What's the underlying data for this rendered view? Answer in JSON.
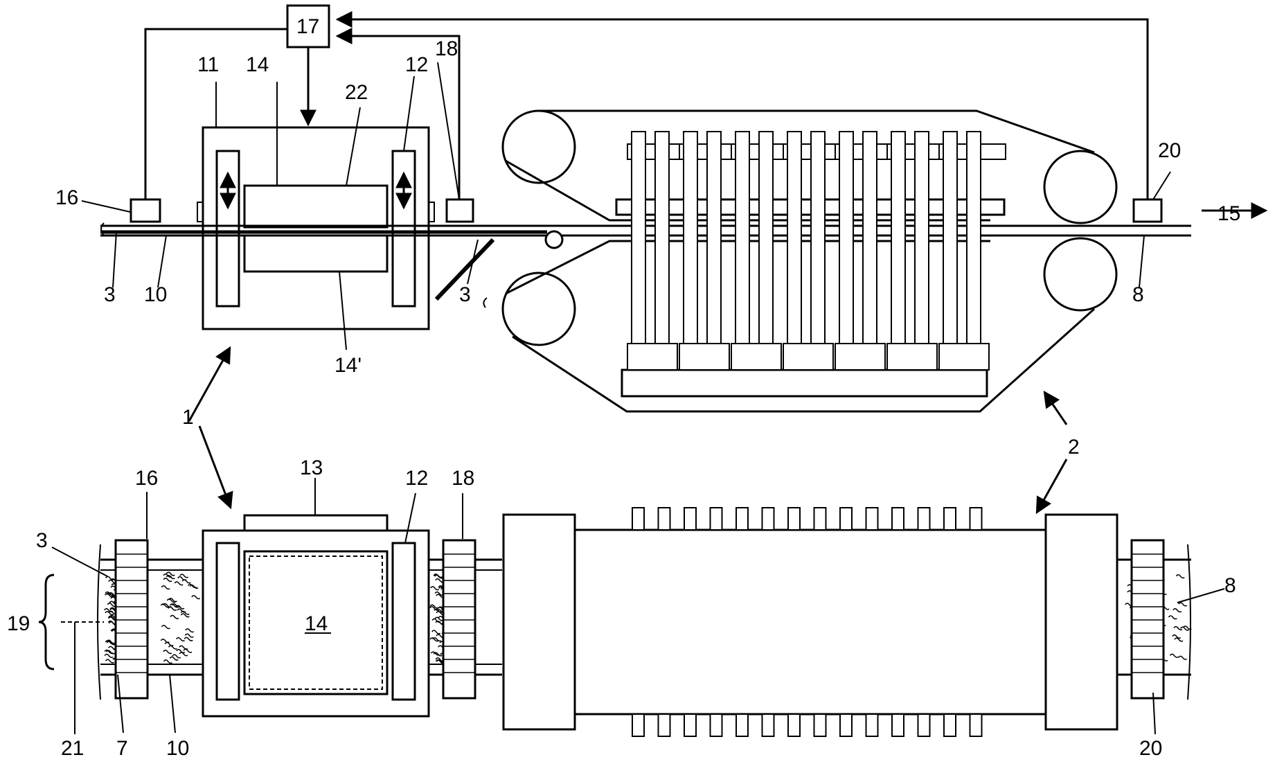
{
  "labels": {
    "l1a": "1",
    "l1b": "1",
    "l2a": "2",
    "l2b": "2",
    "l3a": "3",
    "l3b": "3",
    "l3c": "3",
    "l7": "7",
    "l8a": "8",
    "l8b": "8",
    "l10a": "10",
    "l10b": "10",
    "l11": "11",
    "l12a": "12",
    "l12b": "12",
    "l13": "13",
    "l14a": "14",
    "l14b": "14",
    "l14p": "14'",
    "l15": "15",
    "l16a": "16",
    "l16b": "16",
    "l17": "17",
    "l18a": "18",
    "l18b": "18",
    "l19": "19",
    "l20a": "20",
    "l20b": "20",
    "l21": "21",
    "l22": "22"
  }
}
